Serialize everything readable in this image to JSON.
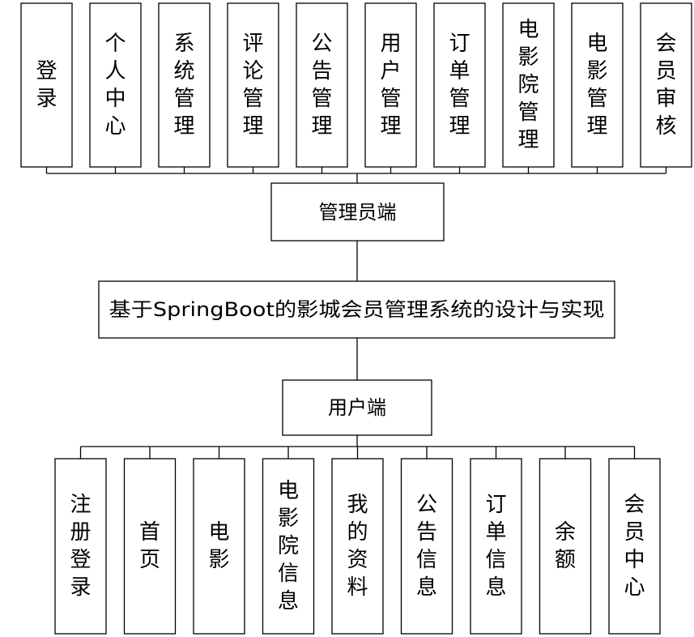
{
  "root": {
    "label": "基于SpringBoot的影城会员管理系统的设计与实现"
  },
  "admin": {
    "label": "管理员端",
    "modules": [
      "登录",
      "个人中心",
      "系统管理",
      "评论管理",
      "公告管理",
      "用户管理",
      "订单管理",
      "电影院管理",
      "电影管理",
      "会员审核"
    ]
  },
  "user": {
    "label": "用户端",
    "modules": [
      "注册登录",
      "首页",
      "电影",
      "电影院信息",
      "我的资料",
      "公告信息",
      "订单信息",
      "余额",
      "会员中心"
    ]
  }
}
